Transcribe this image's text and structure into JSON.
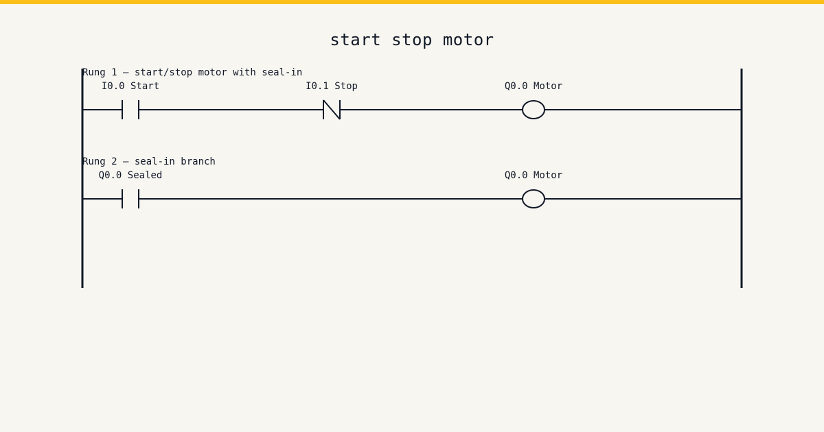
{
  "title": "start stop motor",
  "rungs": [
    {
      "comment": "Rung 1 — start/stop motor with seal-in",
      "elements": [
        {
          "type": "contact-no",
          "label": "I0.0 Start"
        },
        {
          "type": "contact-nc",
          "label": "I0.1 Stop"
        },
        {
          "type": "coil",
          "label": "Q0.0 Motor"
        }
      ]
    },
    {
      "comment": "Rung 2 — seal-in branch",
      "elements": [
        {
          "type": "contact-no",
          "label": "Q0.0 Sealed"
        },
        {
          "type": "coil",
          "label": "Q0.0 Motor"
        }
      ]
    }
  ],
  "colors": {
    "accent": "#fbbf17",
    "ink": "#111827",
    "background": "#f7f6f1"
  }
}
